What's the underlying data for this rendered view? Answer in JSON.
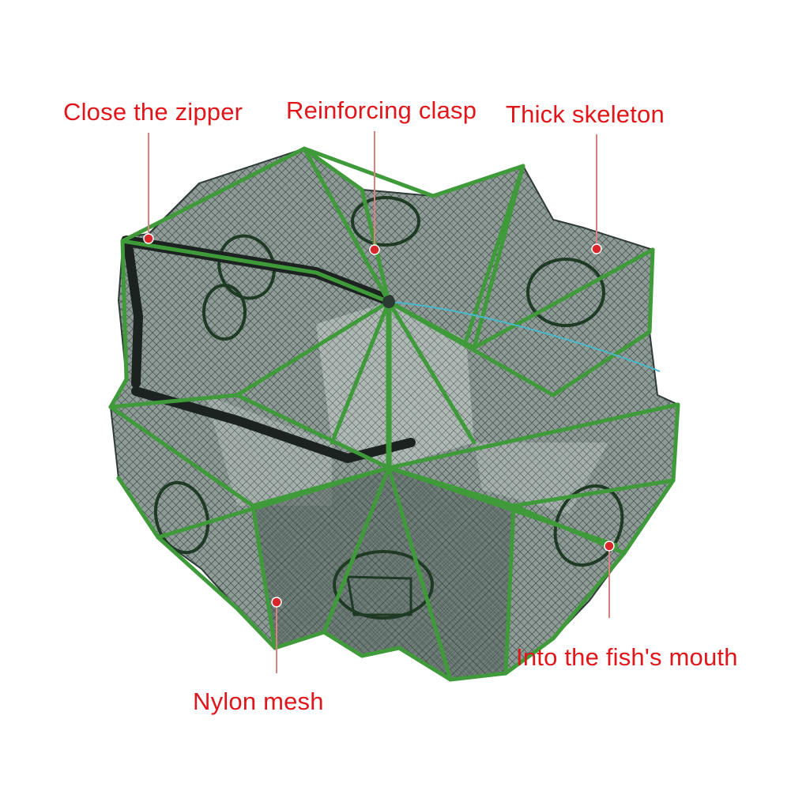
{
  "callouts": {
    "zipper": "Close the zipper",
    "clasp": "Reinforcing clasp",
    "skeleton": "Thick skeleton",
    "mouth": "Into the fish's mouth",
    "mesh": "Nylon mesh"
  },
  "colors": {
    "label_text": "#e0161b",
    "pointer_dot": "#d9262a",
    "pointer_line": "#d98080",
    "frame_green": "#3f9a3a",
    "net_dark": "#2f3b38",
    "zipper_black": "#1c2220"
  }
}
